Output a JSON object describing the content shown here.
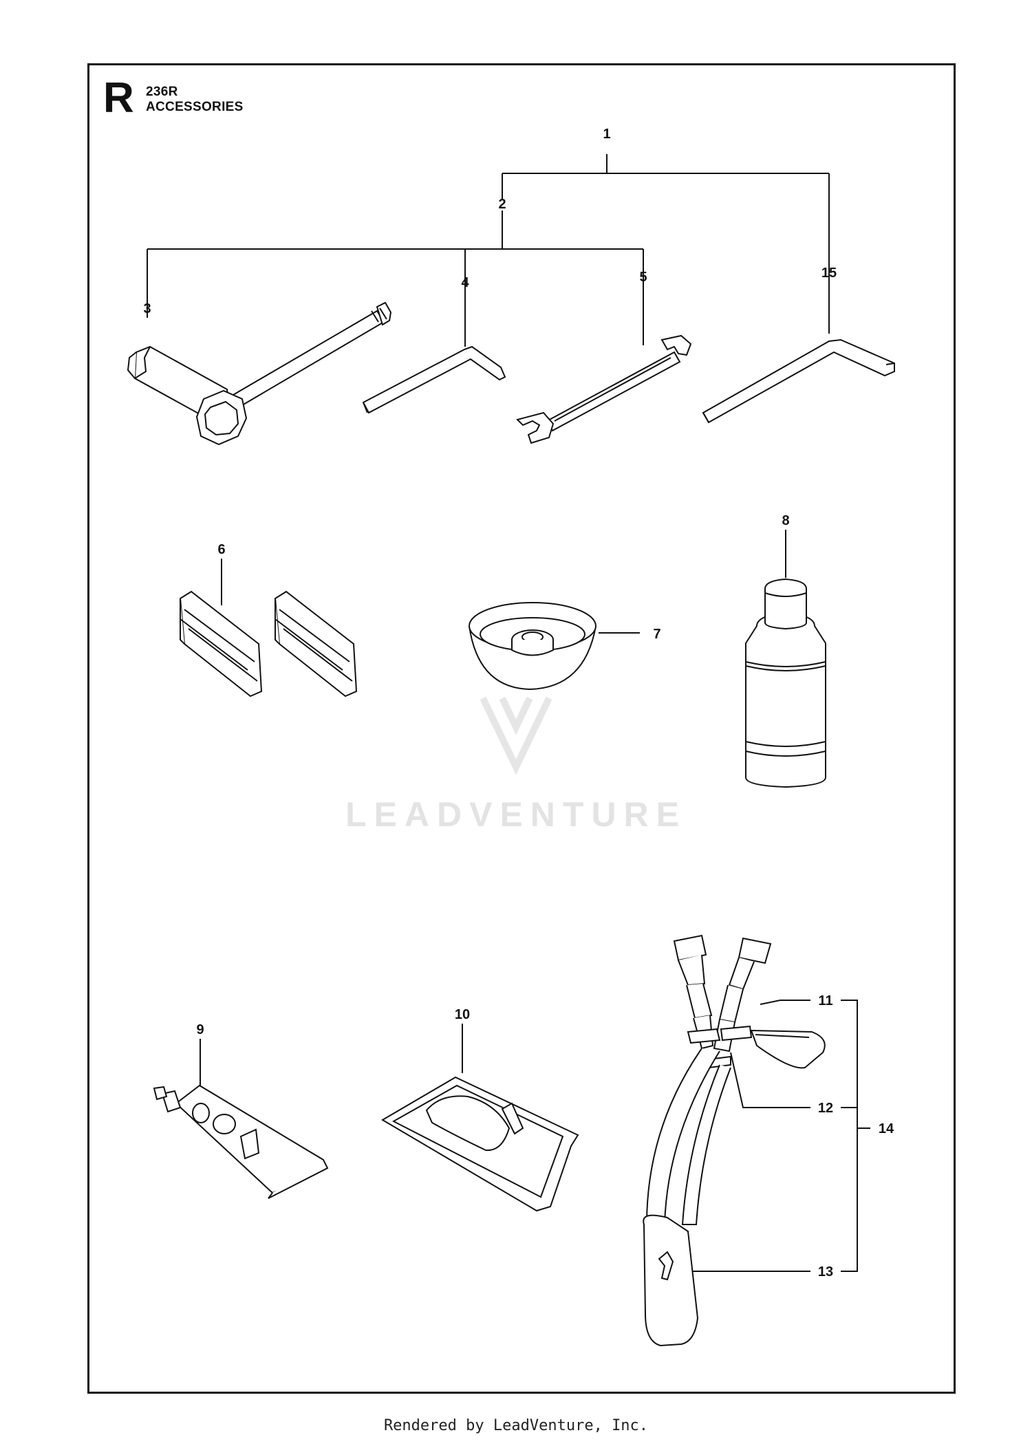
{
  "header": {
    "section_letter": "R",
    "model": "236R",
    "title": "ACCESSORIES"
  },
  "callouts": [
    "1",
    "2",
    "3",
    "4",
    "5",
    "6",
    "7",
    "8",
    "9",
    "10",
    "11",
    "12",
    "13",
    "14",
    "15"
  ],
  "watermark": {
    "text": "LEADVENTURE"
  },
  "footer": {
    "text": "Rendered by LeadVenture, Inc."
  },
  "colors": {
    "line": "#111111",
    "part_fill": "#ffffff",
    "watermark": "#e3e3e3"
  }
}
